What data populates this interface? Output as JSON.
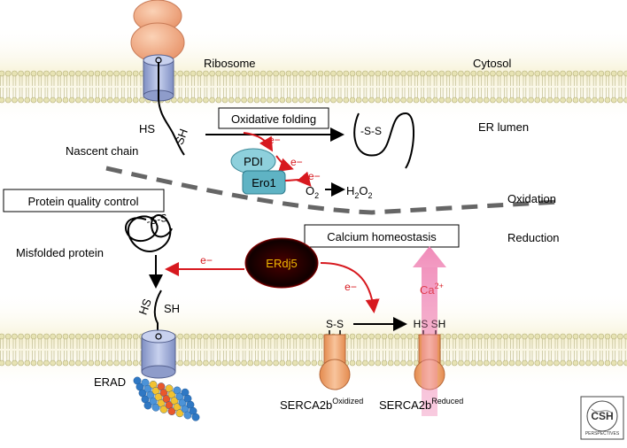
{
  "labels": {
    "ribosome": "Ribosome",
    "cytosol": "Cytosol",
    "er_lumen": "ER lumen",
    "nascent_chain": "Nascent chain",
    "oxidative_folding": "Oxidative folding",
    "pdi": "PDI",
    "ero1": "Ero1",
    "o2_base": "O",
    "o2_sub": "2",
    "h2o2_h": "H",
    "h2o2_sub1": "2",
    "h2o2_o": "O",
    "h2o2_sub2": "2",
    "oxidation": "Oxidation",
    "reduction": "Reduction",
    "protein_quality_control": "Protein quality control",
    "misfolded_protein": "Misfolded protein",
    "calcium_homeostasis": "Calcium homeostasis",
    "erdj5": "ERdj5",
    "erad": "ERAD",
    "serca_ox_base": "SERCA2b",
    "serca_ox_sup": "Oxidized",
    "serca_red_base": "SERCA2b",
    "serca_red_sup": "Reduced",
    "ca_base": "Ca",
    "ca_sup": "2+",
    "electron": "e−",
    "hs": "HS",
    "sh": "SH",
    "ss": "S-S",
    "ss_dash": "-S-S",
    "hs_sh": "HS SH",
    "logo_text": "CSH",
    "logo_sub": "PERSPECTIVES"
  },
  "colors": {
    "membrane_fill": "#fbf6de",
    "lipid_head": "#d6d29a",
    "ribosome": "#f6b894",
    "channel": "#9fadd6",
    "pdi": "#8ed0dc",
    "erdj5_text": "#f0b800",
    "electron_arrow": "#d7191f",
    "serca": "#f2a46c",
    "calcium_arrow": "#f2a8c8",
    "dashed_line": "#666666"
  }
}
